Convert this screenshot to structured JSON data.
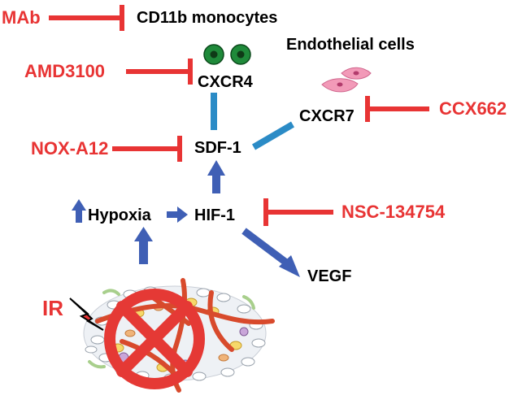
{
  "colors": {
    "inhibitor_red": "#e83434",
    "arrow_blue": "#3f5fb5",
    "connector_teal": "#2b8bc6",
    "monocyte_green": "#1f8a3a",
    "endothelial_pink": "#f07ca6",
    "text_black": "#000000"
  },
  "inhibitors": {
    "mab": "MAb",
    "amd3100": "AMD3100",
    "nox_a12": "NOX-A12",
    "ccx662": "CCX662",
    "nsc_134754": "NSC-134754"
  },
  "nodes": {
    "cd11b_monocytes": "CD11b monocytes",
    "endothelial_cells": "Endothelial cells",
    "cxcr4": "CXCR4",
    "cxcr7": "CXCR7",
    "sdf1": "SDF-1",
    "hypoxia": "Hypoxia",
    "hif1": "HIF-1",
    "vegf": "VEGF"
  },
  "ir_label": "IR",
  "icons": {
    "monocyte": "monocyte-cell-icon",
    "endothelial": "endothelial-cell-icon",
    "tumor": "tumor-tissue-icon",
    "prohibited": "prohibited-sign-icon",
    "lightning": "lightning-bolt-icon"
  }
}
